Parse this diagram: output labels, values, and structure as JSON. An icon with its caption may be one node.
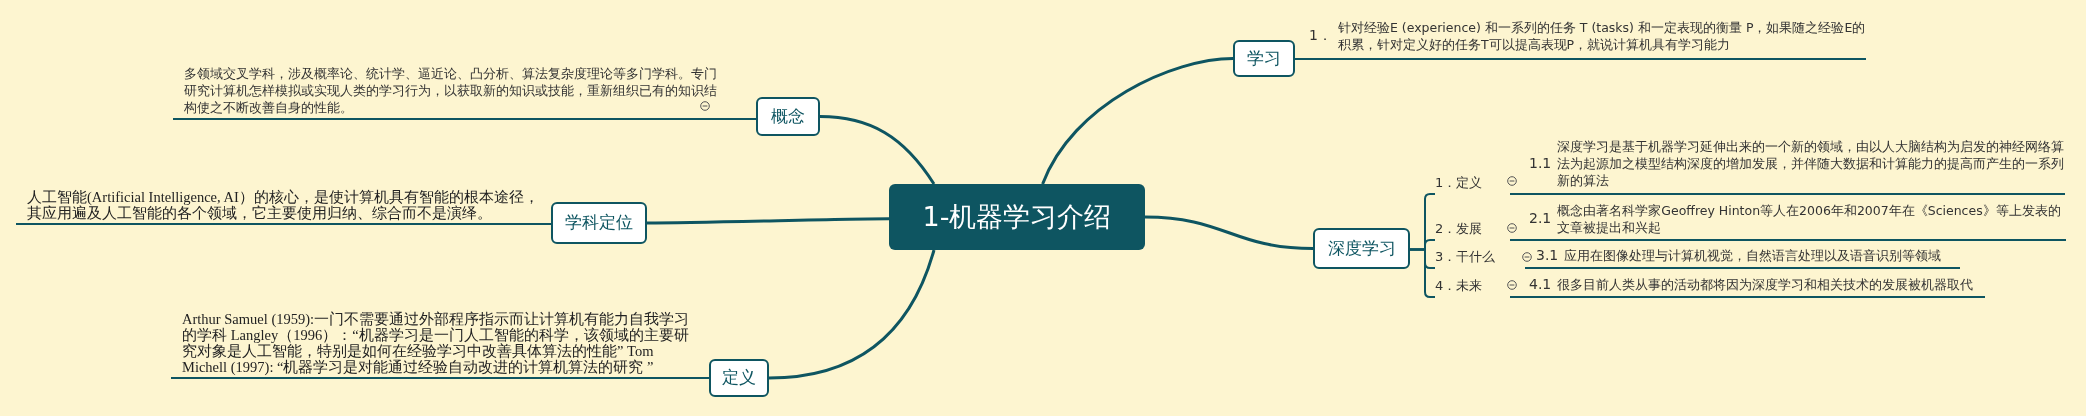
{
  "diagram": {
    "nodes": [
      {
        "text": [
          "1-机器学习介绍"
        ]
      },
      {
        "text": [
          "概念"
        ]
      },
      {
        "text": [
          "多领域交叉学科，涉及概率论、统计学、逼近论、凸分析、算法复杂度理论等多门学科。专门研究计算机怎样模拟或实现人类的学习行为，以获取新的知识或技能，重新组织已有的知识结构使之不断改善自身的性能。"
        ]
      },
      {
        "text": [
          "学科定位"
        ]
      },
      {
        "text": [
          "人工智能(Artificial Intelligence, AI）的核心，是使计算机具有智能的根本途径，其应用遍及人工智能的各个领域，它主要使用归纳、综合而不是演绎。"
        ]
      },
      {
        "text": [
          "定义"
        ]
      },
      {
        "text": [
          "Arthur Samuel (1959):一门不需要通过外部程序指示而让计算机有能力自我学习的学科 Langley（1996）：“机器学习是一门人工智能的科学，该领域的主要研究对象是人工智能，特别是如何在经验学习中改善具体算法的性能” Tom Michell (1997): “机器学习是对能通过经验自动改进的计算机算法的研究 ”"
        ]
      },
      {
        "text": [
          "学习"
        ]
      },
      {
        "text": [
          "1．",
          "针对经验E (experience) 和一系列的任务 T (tasks) 和一定表现的衡量 P，如果随之经验E的积累，针对定义好的任务T可以提高表现P，就说计算机具有学习能力"
        ]
      },
      {
        "text": [
          "深度学习"
        ]
      },
      {
        "text": [
          "1．定义"
        ]
      },
      {
        "text": [
          "1.1",
          "深度学习是基于机器学习延伸出来的一个新的领域，由以人大脑结构为启发的神经网络算法为起源加之模型结构深度的增加发展，并伴随大数据和计算能力的提高而产生的一系列新的算法"
        ]
      },
      {
        "text": [
          "2．发展"
        ]
      },
      {
        "text": [
          "2.1",
          "概念由著名科学家Geoffrey Hinton等人在2006年和2007年在《Sciences》等上发表的文章被提出和兴起"
        ]
      },
      {
        "text": [
          "3．干什么"
        ]
      },
      {
        "text": [
          "3.1",
          "应用在图像处理与计算机视觉，自然语言处理以及语音识别等领域"
        ]
      },
      {
        "text": [
          "4．未来"
        ]
      },
      {
        "text": [
          "4.1",
          "很多目前人类从事的活动都将因为深度学习和相关技术的发展被机器取代"
        ]
      }
    ],
    "edges": [
      {
        "from": 0,
        "to": 1,
        "arrow": "none"
      },
      {
        "from": 0,
        "to": 3,
        "arrow": "none"
      },
      {
        "from": 0,
        "to": 5,
        "arrow": "none"
      },
      {
        "from": 0,
        "to": 7,
        "arrow": "none"
      },
      {
        "from": 0,
        "to": 9,
        "arrow": "none"
      },
      {
        "from": 1,
        "to": 2,
        "arrow": "none"
      },
      {
        "from": 3,
        "to": 4,
        "arrow": "none"
      },
      {
        "from": 5,
        "to": 6,
        "arrow": "none"
      },
      {
        "from": 7,
        "to": 8,
        "arrow": "none"
      },
      {
        "from": 9,
        "to": 10,
        "arrow": "none"
      },
      {
        "from": 9,
        "to": 12,
        "arrow": "none"
      },
      {
        "from": 9,
        "to": 14,
        "arrow": "none"
      },
      {
        "from": 9,
        "to": 16,
        "arrow": "none"
      },
      {
        "from": 10,
        "to": 11,
        "arrow": "none"
      },
      {
        "from": 12,
        "to": 13,
        "arrow": "none"
      },
      {
        "from": 14,
        "to": 15,
        "arrow": "none"
      },
      {
        "from": 16,
        "to": 17,
        "arrow": "none"
      }
    ]
  }
}
